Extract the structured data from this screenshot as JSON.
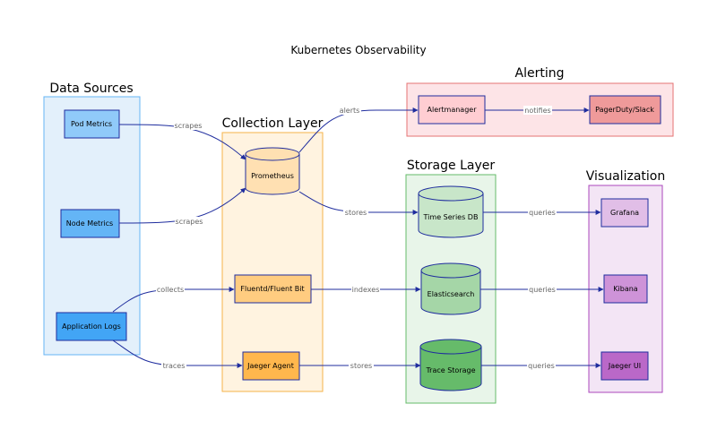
{
  "title": "Kubernetes Observability",
  "groups": {
    "sources": "Data Sources",
    "collection": "Collection Layer",
    "alerting": "Alerting",
    "storage": "Storage Layer",
    "visualization": "Visualization"
  },
  "nodes": {
    "pod_metrics": "Pod Metrics",
    "node_metrics": "Node Metrics",
    "app_logs": "Application Logs",
    "prometheus": "Prometheus",
    "fluentd": "Fluentd/Fluent Bit",
    "jaeger_agent": "Jaeger Agent",
    "alertmanager": "Alertmanager",
    "pagerduty": "PagerDuty/Slack",
    "tsdb": "Time Series DB",
    "elasticsearch": "Elasticsearch",
    "trace_storage": "Trace Storage",
    "grafana": "Grafana",
    "kibana": "Kibana",
    "jaeger_ui": "Jaeger UI"
  },
  "edges": {
    "scrapes_pod": "scrapes",
    "scrapes_node": "scrapes",
    "collects": "collects",
    "traces": "traces",
    "alerts": "alerts",
    "notifies": "notifies",
    "stores_prom": "stores",
    "indexes": "indexes",
    "stores_jaeger": "stores",
    "queries_grafana": "queries",
    "queries_kibana": "queries",
    "queries_jaeger": "queries"
  }
}
